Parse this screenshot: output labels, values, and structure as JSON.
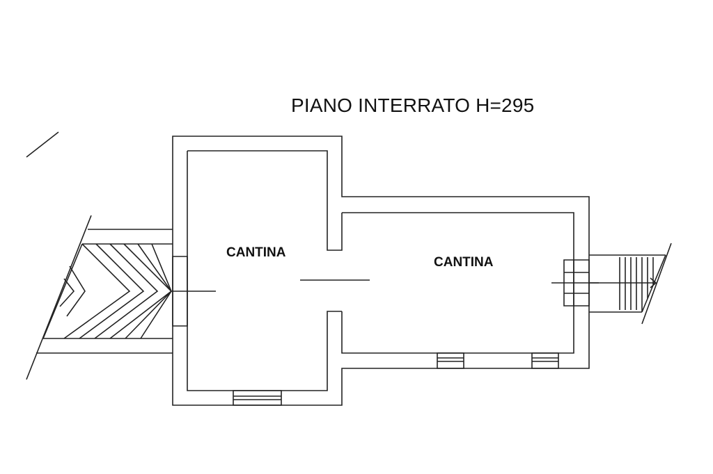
{
  "title": "PIANO INTERRATO H=295",
  "rooms": [
    {
      "label": "CANTINA"
    },
    {
      "label": "CANTINA"
    }
  ],
  "colors": {
    "line": "#222222",
    "background": "#ffffff"
  }
}
